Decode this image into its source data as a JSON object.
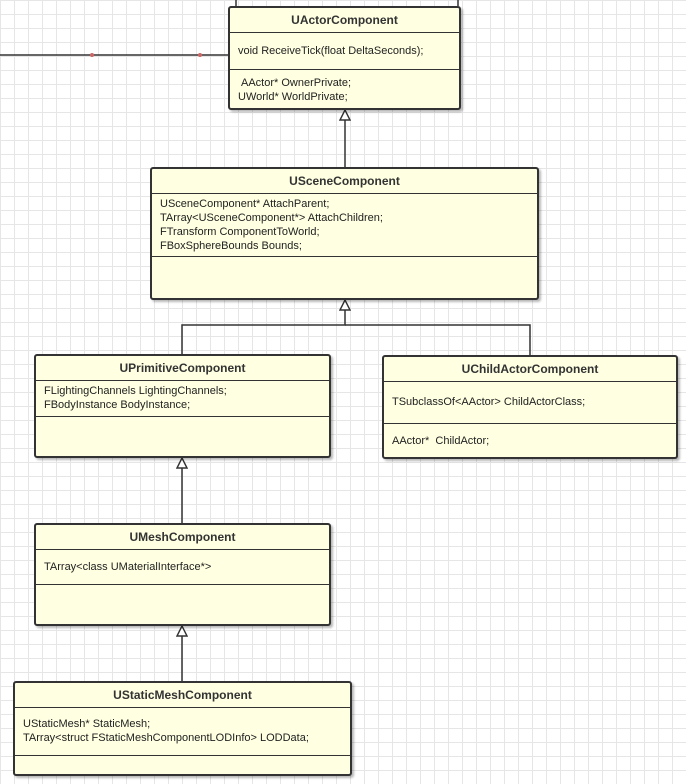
{
  "diagram": {
    "classes": [
      {
        "id": "uactor",
        "name": "UActorComponent",
        "attributes": [
          "void ReceiveTick(float DeltaSeconds);"
        ],
        "operations": [
          "AActor* OwnerPrivate;",
          "UWorld* WorldPrivate;"
        ]
      },
      {
        "id": "uscene",
        "name": "USceneComponent",
        "attributes": [
          "USceneComponent* AttachParent;",
          "TArray<USceneComponent*> AttachChildren;",
          "FTransform ComponentToWorld;",
          "FBoxSphereBounds Bounds;"
        ],
        "operations": []
      },
      {
        "id": "uprim",
        "name": "UPrimitiveComponent",
        "attributes": [
          "FLightingChannels LightingChannels;",
          "FBodyInstance BodyInstance;"
        ],
        "operations": []
      },
      {
        "id": "uchild",
        "name": "UChildActorComponent",
        "attributes": [
          "TSubclassOf<AActor> ChildActorClass;"
        ],
        "operations": [
          "AActor*  ChildActor;"
        ]
      },
      {
        "id": "umesh",
        "name": "UMeshComponent",
        "attributes": [
          "TArray<class UMaterialInterface*>"
        ],
        "operations": []
      },
      {
        "id": "ustatic",
        "name": "UStaticMeshComponent",
        "attributes": [
          "UStaticMesh* StaticMesh;",
          "TArray<struct FStaticMeshComponentLODInfo> LODData;"
        ],
        "operations": []
      }
    ],
    "relations": [
      {
        "type": "generalization",
        "from": "uscene",
        "to": "uactor"
      },
      {
        "type": "generalization",
        "from": "uprim",
        "to": "uscene"
      },
      {
        "type": "generalization",
        "from": "uchild",
        "to": "uscene"
      },
      {
        "type": "generalization",
        "from": "umesh",
        "to": "uprim"
      },
      {
        "type": "generalization",
        "from": "ustatic",
        "to": "umesh"
      }
    ],
    "colors": {
      "class_fill": "#ffffe1",
      "line": "#333333",
      "marker": "#cc6666"
    }
  }
}
